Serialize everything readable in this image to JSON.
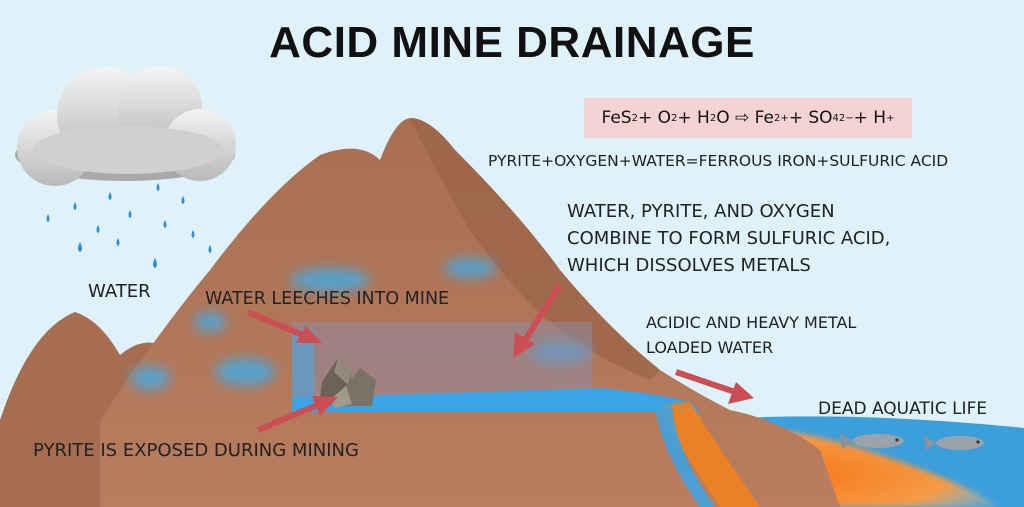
{
  "title": "ACID MINE DRAINAGE",
  "equation": {
    "fes": "FeS",
    "fes_sub": "2",
    "plus1": " + O",
    "o_sub": "2",
    "plus2": "+ H",
    "h_sub": "2",
    "o_and_arrow": "O ⇨ Fe",
    "fe_sup": "2+",
    "so": " + SO",
    "so_sub": "4",
    "so_sup": "2−",
    "h_plus": " + H",
    "h_sup": "+"
  },
  "labels": {
    "equation_words": "PYRITE+OXYGEN+WATER=FERROUS IRON+SULFURIC ACID",
    "combine_lines": [
      "WATER, PYRITE, AND OXYGEN",
      "COMBINE TO FORM SULFURIC ACID,",
      "WHICH DISSOLVES METALS"
    ],
    "water": "WATER",
    "leech": "WATER LEECHES INTO MINE",
    "acidic_lines": [
      "ACIDIC AND HEAVY METAL",
      "LOADED WATER"
    ],
    "dead": "DEAD AQUATIC LIFE",
    "pyrite": "PYRITE IS EXPOSED DURING MINING"
  },
  "colors": {
    "sky": "#dff2fa",
    "mountain": "#b07558",
    "mountain_dark": "#8e5a42",
    "water": "#3aa3e0",
    "acid": "#f08a2c",
    "arrow": "#cc4e55",
    "equation_box": "#f6d3d3"
  }
}
